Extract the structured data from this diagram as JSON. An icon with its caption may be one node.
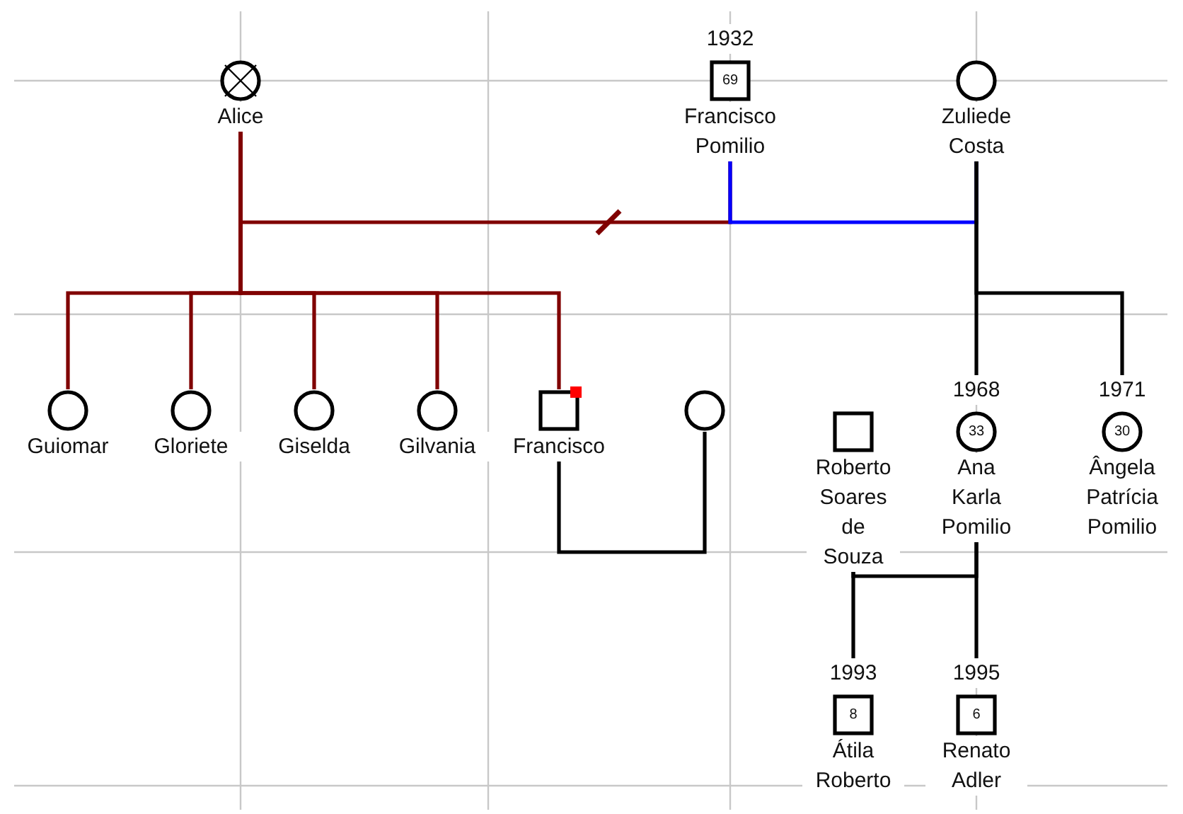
{
  "diagram": {
    "nodes": [
      {
        "text": [
          "Alice"
        ]
      },
      {
        "text": [
          "1932",
          "69",
          "Francisco Pomilio"
        ]
      },
      {
        "text": [
          "Zuliede Costa"
        ]
      },
      {
        "text": [
          "Guiomar"
        ]
      },
      {
        "text": [
          "Gloriete"
        ]
      },
      {
        "text": [
          "Giselda"
        ]
      },
      {
        "text": [
          "Gilvania"
        ]
      },
      {
        "text": [
          "Francisco"
        ]
      },
      {
        "text": [],
        "shape": "circle"
      },
      {
        "text": [
          "Roberto Soares de Souza"
        ]
      },
      {
        "text": [
          "1968",
          "33",
          "Ana Karla Pomilio"
        ]
      },
      {
        "text": [
          "1971",
          "30",
          "Ângela Patrícia Pomilio"
        ]
      },
      {
        "text": [
          "1993",
          "8",
          "Átila Roberto"
        ]
      },
      {
        "text": [
          "1995",
          "6",
          "Renato Adler"
        ]
      }
    ],
    "edges": [
      {
        "from": 0,
        "to": 1,
        "arrow": "none",
        "color": "#800000"
      },
      {
        "from": 2,
        "to": 1,
        "arrow": "none",
        "color": "#0000ff"
      },
      {
        "from": 0,
        "to": 3,
        "arrow": "none",
        "color": "#800000"
      },
      {
        "from": 0,
        "to": 4,
        "arrow": "none",
        "color": "#800000"
      },
      {
        "from": 0,
        "to": 5,
        "arrow": "none",
        "color": "#800000"
      },
      {
        "from": 0,
        "to": 6,
        "arrow": "none",
        "color": "#800000"
      },
      {
        "from": 0,
        "to": 7,
        "arrow": "none",
        "color": "#800000"
      },
      {
        "from": 2,
        "to": 10,
        "arrow": "none",
        "color": "#000000"
      },
      {
        "from": 2,
        "to": 11,
        "arrow": "none",
        "color": "#000000"
      },
      {
        "from": 7,
        "to": 8,
        "arrow": "none",
        "color": "#000000"
      },
      {
        "from": 9,
        "to": 10,
        "arrow": "none",
        "color": "#000000"
      },
      {
        "from": 9,
        "to": 12,
        "arrow": "none",
        "color": "#000000"
      },
      {
        "from": 10,
        "to": 13,
        "arrow": "none",
        "color": "#000000"
      }
    ]
  }
}
